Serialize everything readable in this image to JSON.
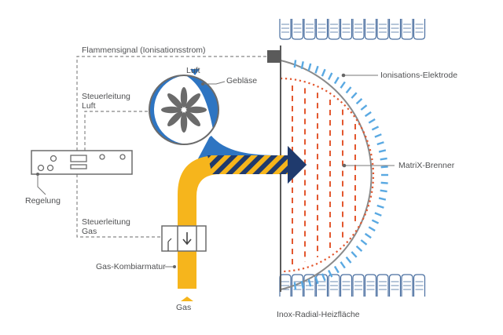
{
  "labels": {
    "flame_signal": "Flammensignal (Ionisationsstrom)",
    "air": "Luft",
    "fan": "Gebläse",
    "ionisation_electrode": "Ionisations-Elektrode",
    "control_line_air_1": "Steuerleitung",
    "control_line_air_2": "Luft",
    "burner": "MatriX-Brenner",
    "control_unit": "Regelung",
    "control_line_gas_1": "Steuerleitung",
    "control_line_gas_2": "Gas",
    "gas_valve": "Gas-Kombiarmatur",
    "gas": "Gas",
    "heat_exchanger": "Inox-Radial-Heizfläche"
  },
  "colors": {
    "line": "#777777",
    "air_blue": "#2e75c2",
    "gas_yellow": "#f6b51c",
    "mix_navy": "#1f3a6d",
    "electrode_blue": "#5aa9e2",
    "burner_red": "#e3572e",
    "text": "#4f5052"
  },
  "icons": {
    "fan": "fan-icon",
    "valve": "valve-icon",
    "control": "control-panel-icon",
    "signal": "signal-box-icon"
  }
}
